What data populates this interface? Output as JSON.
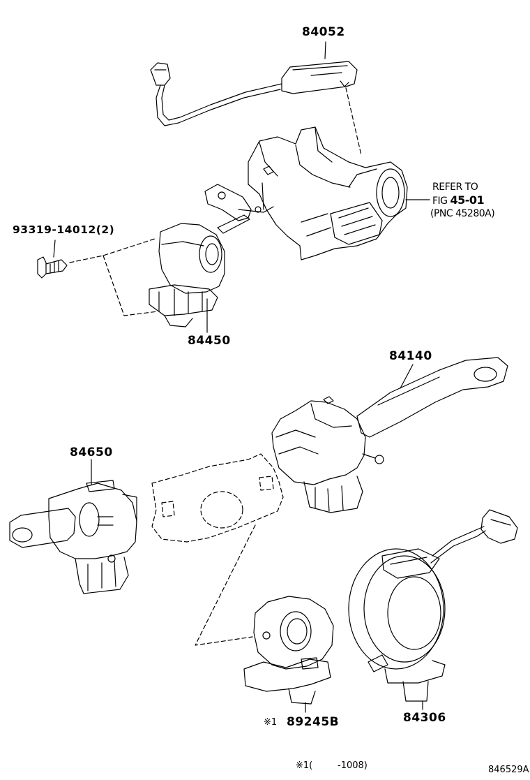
{
  "parts": {
    "p84052": "84052",
    "p93319": "93319-14012(2)",
    "p84450": "84450",
    "p84140": "84140",
    "p84650": "84650",
    "p89245": "89245B",
    "p84306": "84306"
  },
  "reference": {
    "line1": "REFER TO",
    "line2_prefix": "FIG",
    "line2_fig": "45-01",
    "line3": "(PNC 45280A)"
  },
  "notes": {
    "marker": "※1",
    "footnote_marker": "※1(",
    "footnote_range": "-1008)",
    "diagram_code": "846529A"
  }
}
